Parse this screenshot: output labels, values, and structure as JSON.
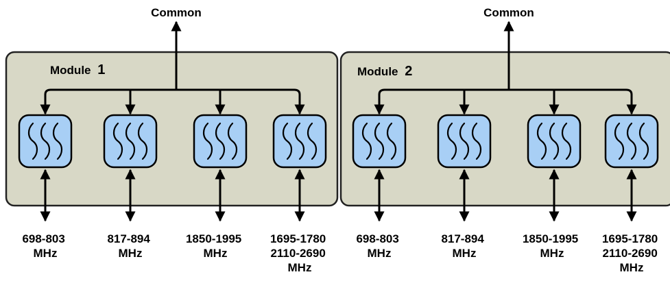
{
  "modules": [
    {
      "title_prefix": "Module",
      "title_number": "1",
      "common_label": "Common",
      "filters": [
        {
          "band_lines": [
            "698-803",
            "MHz"
          ]
        },
        {
          "band_lines": [
            "817-894",
            "MHz"
          ]
        },
        {
          "band_lines": [
            "1850-1995",
            "MHz"
          ]
        },
        {
          "band_lines": [
            "1695-1780",
            "2110-2690",
            "MHz"
          ]
        }
      ]
    },
    {
      "title_prefix": "Module",
      "title_number": "2",
      "common_label": "Common",
      "filters": [
        {
          "band_lines": [
            "698-803",
            "MHz"
          ]
        },
        {
          "band_lines": [
            "817-894",
            "MHz"
          ]
        },
        {
          "band_lines": [
            "1850-1995",
            "MHz"
          ]
        },
        {
          "band_lines": [
            "1695-1780",
            "2110-2690",
            "MHz"
          ]
        }
      ]
    }
  ],
  "colors": {
    "module_fill": "#d8d8c6",
    "filter_fill": "#a8cff5",
    "line": "#000000"
  },
  "icons": {
    "filter": "bandpass-filter-icon",
    "arrow": "arrowhead-icon"
  }
}
